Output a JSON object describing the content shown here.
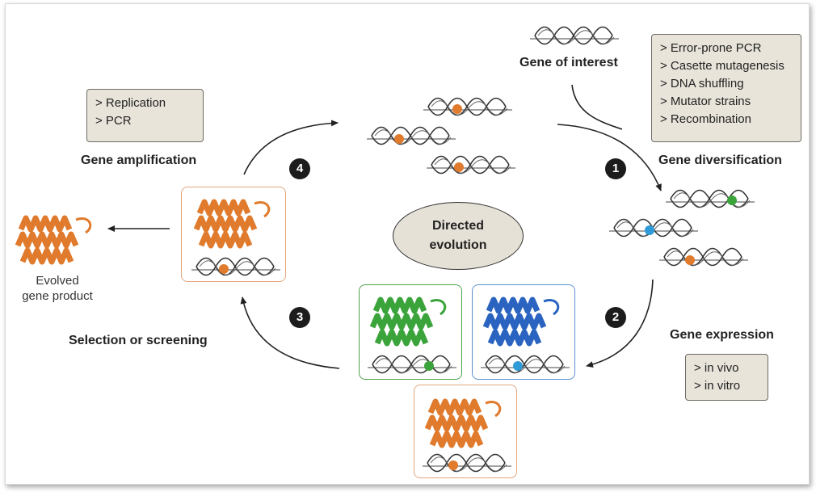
{
  "colors": {
    "orange": "#e07a2c",
    "green": "#3aa43a",
    "blue": "#2a64c0",
    "box_fill": "#e8e4da",
    "card_orange_border": "#e5a57c",
    "card_green_border": "#4ea34a",
    "card_blue_border": "#5a8fcf"
  },
  "labels": {
    "gene_of_interest": "Gene of interest",
    "gene_diversification": "Gene diversification",
    "gene_expression": "Gene expression",
    "selection_screening": "Selection or screening",
    "gene_amplification": "Gene amplification",
    "evolved_line1": "Evolved",
    "evolved_line2": "gene product"
  },
  "center": {
    "line1": "Directed",
    "line2": "evolution"
  },
  "steps": [
    "1",
    "2",
    "3",
    "4"
  ],
  "diversification_methods": [
    "> Error-prone PCR",
    "> Casette mutagenesis",
    "> DNA shuffling",
    "> Mutator strains",
    "> Recombination"
  ],
  "amplification_methods": [
    "> Replication",
    "> PCR"
  ],
  "expression_methods": [
    "> in vivo",
    "> in vitro"
  ],
  "icons": [
    "dna-helix-icon",
    "protein-icon",
    "mutation-dot-icon",
    "arrow-icon"
  ]
}
